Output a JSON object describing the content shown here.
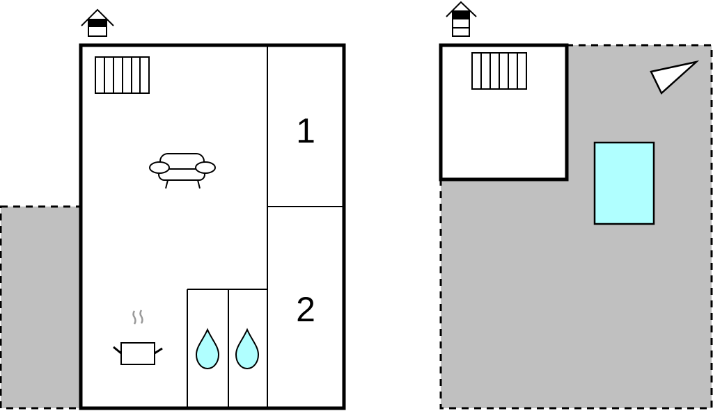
{
  "floorplan": {
    "floors": [
      {
        "id": "ground-floor",
        "floor_icon": "house-floor-ground-icon",
        "rooms": [
          {
            "type": "living-room",
            "icon": "sofa-icon"
          },
          {
            "type": "kitchen",
            "icon": "cooking-pot-icon"
          },
          {
            "type": "bathroom",
            "icon": "water-drop-icon"
          },
          {
            "type": "bathroom",
            "icon": "water-drop-icon"
          },
          {
            "type": "bedroom",
            "label": "1"
          },
          {
            "type": "bedroom",
            "label": "2"
          }
        ],
        "stairs": "stairs-icon",
        "outdoor": "terrace"
      },
      {
        "id": "first-floor",
        "floor_icon": "house-floor-upper-icon",
        "rooms": [
          {
            "type": "stair-landing",
            "icon": "stairs-icon"
          }
        ],
        "outdoor": "garden",
        "features": [
          "pool",
          "sun-sail"
        ]
      }
    ],
    "colors": {
      "wall": "#000000",
      "outdoor_fill": "#c0c0c0",
      "water_fill": "#b0ffff",
      "steam": "#999999",
      "interior": "#ffffff"
    }
  }
}
